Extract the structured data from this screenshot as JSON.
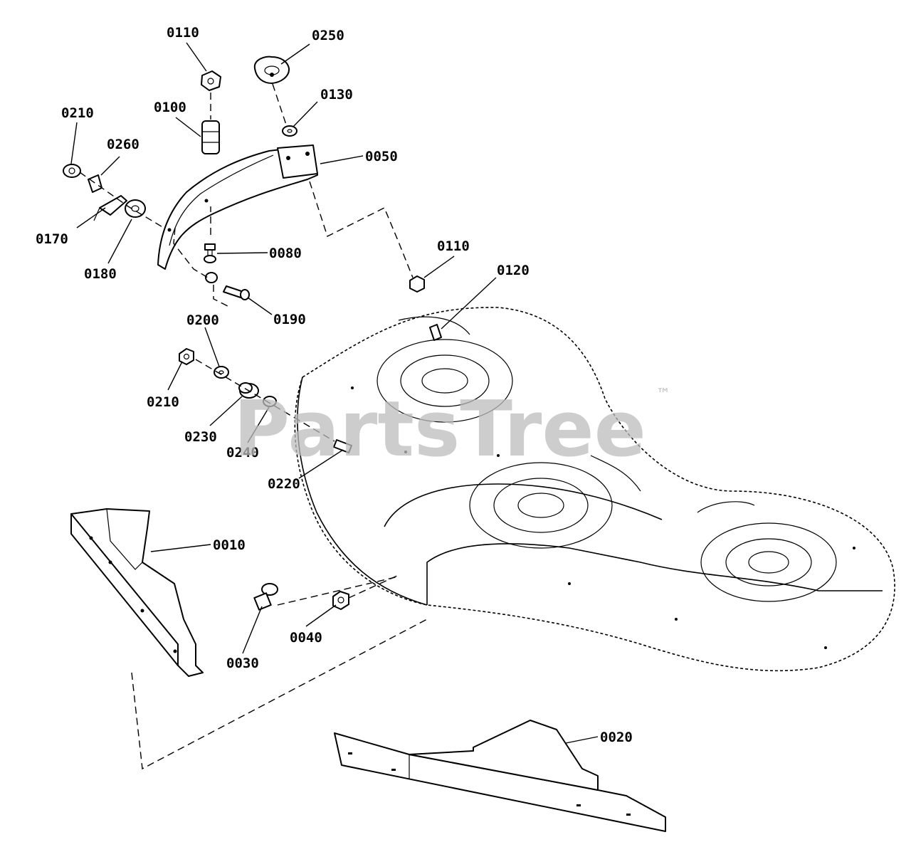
{
  "watermark": {
    "text": "PartsTree",
    "trademark": "™"
  },
  "callouts": [
    {
      "id": "p0110a",
      "label": "0110"
    },
    {
      "id": "p0250",
      "label": "0250"
    },
    {
      "id": "p0130",
      "label": "0130"
    },
    {
      "id": "p0100",
      "label": "0100"
    },
    {
      "id": "p0210a",
      "label": "0210"
    },
    {
      "id": "p0260",
      "label": "0260"
    },
    {
      "id": "p0050",
      "label": "0050"
    },
    {
      "id": "p0170",
      "label": "0170"
    },
    {
      "id": "p0180",
      "label": "0180"
    },
    {
      "id": "p0080",
      "label": "0080"
    },
    {
      "id": "p0110b",
      "label": "0110"
    },
    {
      "id": "p0120",
      "label": "0120"
    },
    {
      "id": "p0190",
      "label": "0190"
    },
    {
      "id": "p0200",
      "label": "0200"
    },
    {
      "id": "p0210b",
      "label": "0210"
    },
    {
      "id": "p0230",
      "label": "0230"
    },
    {
      "id": "p0240",
      "label": "0240"
    },
    {
      "id": "p0220",
      "label": "0220"
    },
    {
      "id": "p0010",
      "label": "0010"
    },
    {
      "id": "p0030",
      "label": "0030"
    },
    {
      "id": "p0040",
      "label": "0040"
    },
    {
      "id": "p0020",
      "label": "0020"
    }
  ]
}
